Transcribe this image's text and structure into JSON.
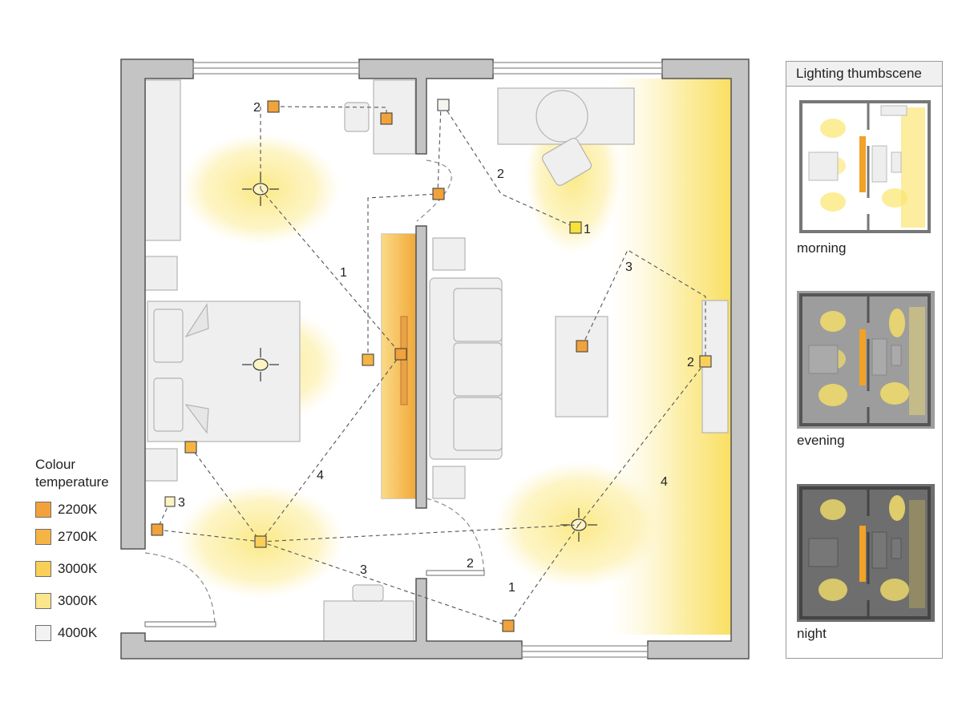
{
  "legend": {
    "title_line1": "Colour",
    "title_line2": "temperature",
    "items": [
      {
        "label": "2200K",
        "color": "#f2a23a"
      },
      {
        "label": "2700K",
        "color": "#f6b445"
      },
      {
        "label": "3000K",
        "color": "#f9cf58"
      },
      {
        "label": "3000K",
        "color": "#fbe68c"
      },
      {
        "label": "4000K",
        "color": "#f2f2f2"
      }
    ]
  },
  "circuit_labels": {
    "c1_a": "1",
    "c1_b": "1",
    "c1_c": "1",
    "c2_a": "2",
    "c2_b": "2",
    "c2_c": "2",
    "c2_d": "2",
    "c3_a": "3",
    "c3_b": "3",
    "c3_c": "3",
    "c4_a": "4",
    "c4_b": "4"
  },
  "thumbnails": {
    "title": "Lighting thumbscene",
    "scenes": [
      {
        "label": "morning",
        "bg": "#ffffff"
      },
      {
        "label": "evening",
        "bg": "#9d9d9d"
      },
      {
        "label": "night",
        "bg": "#6e6e6e"
      }
    ]
  },
  "colors": {
    "wall": "#c4c4c4",
    "wall_stroke": "#555555",
    "furniture_fill": "#efefef",
    "furniture_stroke": "#b4b4b4",
    "glow": "#fbe77a",
    "wire": "#555555"
  }
}
